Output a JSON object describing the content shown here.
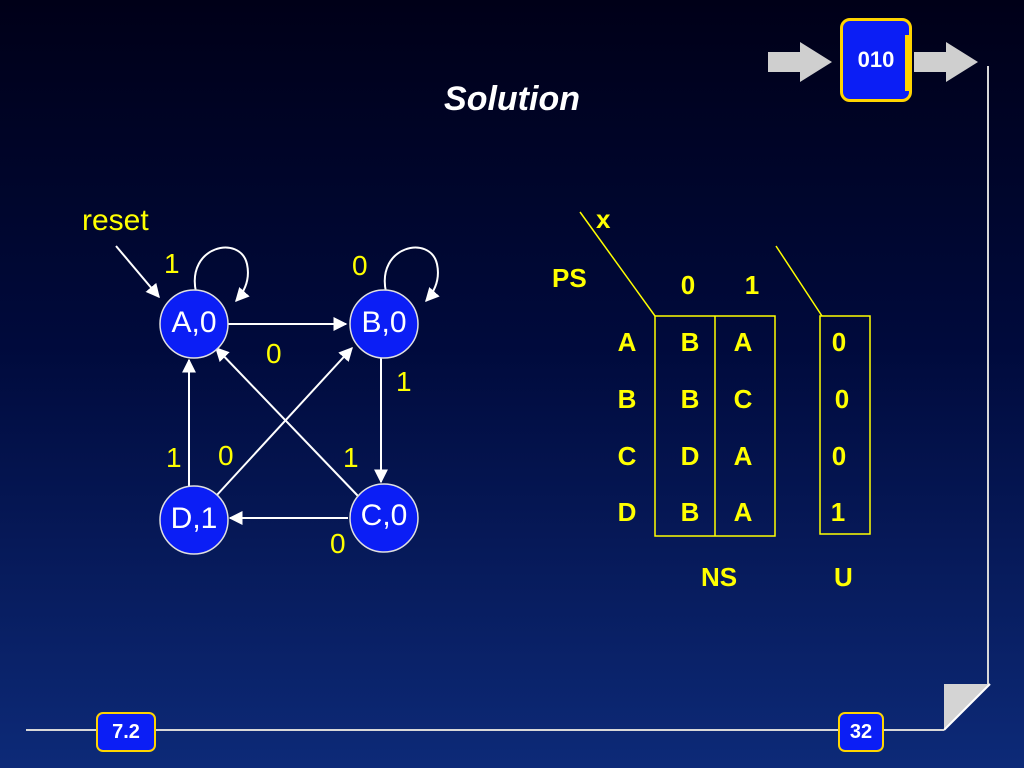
{
  "title": "Solution",
  "state_badge": "010",
  "diagram": {
    "reset_label": "reset",
    "nodes": [
      {
        "id": "A",
        "label": "A,0"
      },
      {
        "id": "B",
        "label": "B,0"
      },
      {
        "id": "C",
        "label": "C,0"
      },
      {
        "id": "D",
        "label": "D,1"
      }
    ],
    "edge_labels": {
      "a_self": "1",
      "b_self": "0",
      "a_to_b": "0",
      "b_to_c": "1",
      "c_to_d": "0",
      "d_to_a": "1",
      "d_to_b": "0",
      "c_to_a": "1"
    }
  },
  "table": {
    "input_var": "x",
    "present_state_header": "PS",
    "input_values": [
      "0",
      "1"
    ],
    "rows": [
      {
        "ps": "A",
        "ns0": "B",
        "ns1": "A",
        "u": "0"
      },
      {
        "ps": "B",
        "ns0": "B",
        "ns1": "C",
        "u": "0"
      },
      {
        "ps": "C",
        "ns0": "D",
        "ns1": "A",
        "u": "0"
      },
      {
        "ps": "D",
        "ns0": "B",
        "ns1": "A",
        "u": "1"
      }
    ],
    "next_state_label": "NS",
    "output_label": "U"
  },
  "footer": {
    "section": "7.2",
    "page": "32"
  },
  "colors": {
    "accent": "#ffff00",
    "node_fill": "#0b1ef5",
    "badge_border": "#ffd400"
  }
}
